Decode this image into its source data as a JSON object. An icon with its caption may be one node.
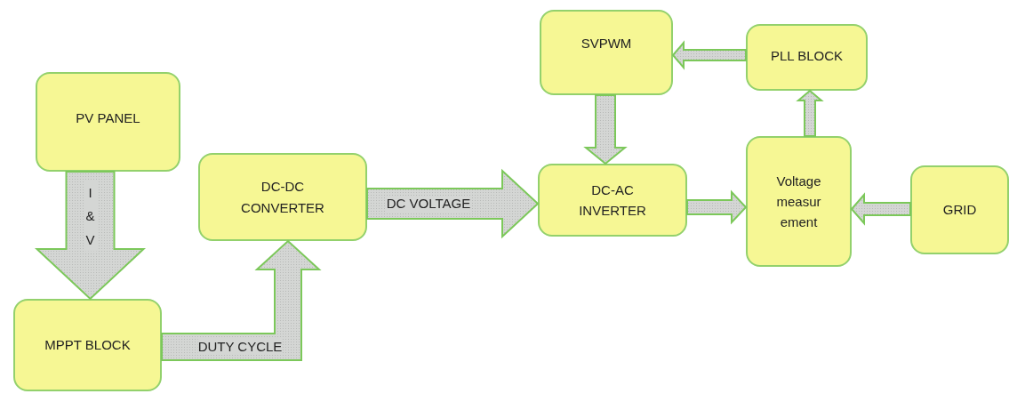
{
  "diagram": {
    "nodes": [
      {
        "text": [
          "PV PANEL"
        ]
      },
      {
        "text": [
          "MPPT BLOCK"
        ]
      },
      {
        "text": [
          "DC-DC CONVERTER"
        ]
      },
      {
        "text": [
          "SVPWM"
        ]
      },
      {
        "text": [
          "PLL BLOCK"
        ]
      },
      {
        "text": [
          "DC-AC INVERTER"
        ]
      },
      {
        "text": [
          "Voltage measur ement"
        ]
      },
      {
        "text": [
          "GRID"
        ]
      }
    ],
    "edges": [
      {
        "from": 0,
        "to": 1,
        "arrow": "to",
        "label": "I & V"
      },
      {
        "from": 1,
        "to": 2,
        "arrow": "to",
        "label": "DUTY CYCLE"
      },
      {
        "from": 2,
        "to": 5,
        "arrow": "to",
        "label": "DC VOLTAGE"
      },
      {
        "from": 4,
        "to": 3,
        "arrow": "to"
      },
      {
        "from": 3,
        "to": 5,
        "arrow": "to"
      },
      {
        "from": 5,
        "to": 6,
        "arrow": "to"
      },
      {
        "from": 6,
        "to": 4,
        "arrow": "to"
      },
      {
        "from": 7,
        "to": 6,
        "arrow": "to"
      }
    ]
  }
}
